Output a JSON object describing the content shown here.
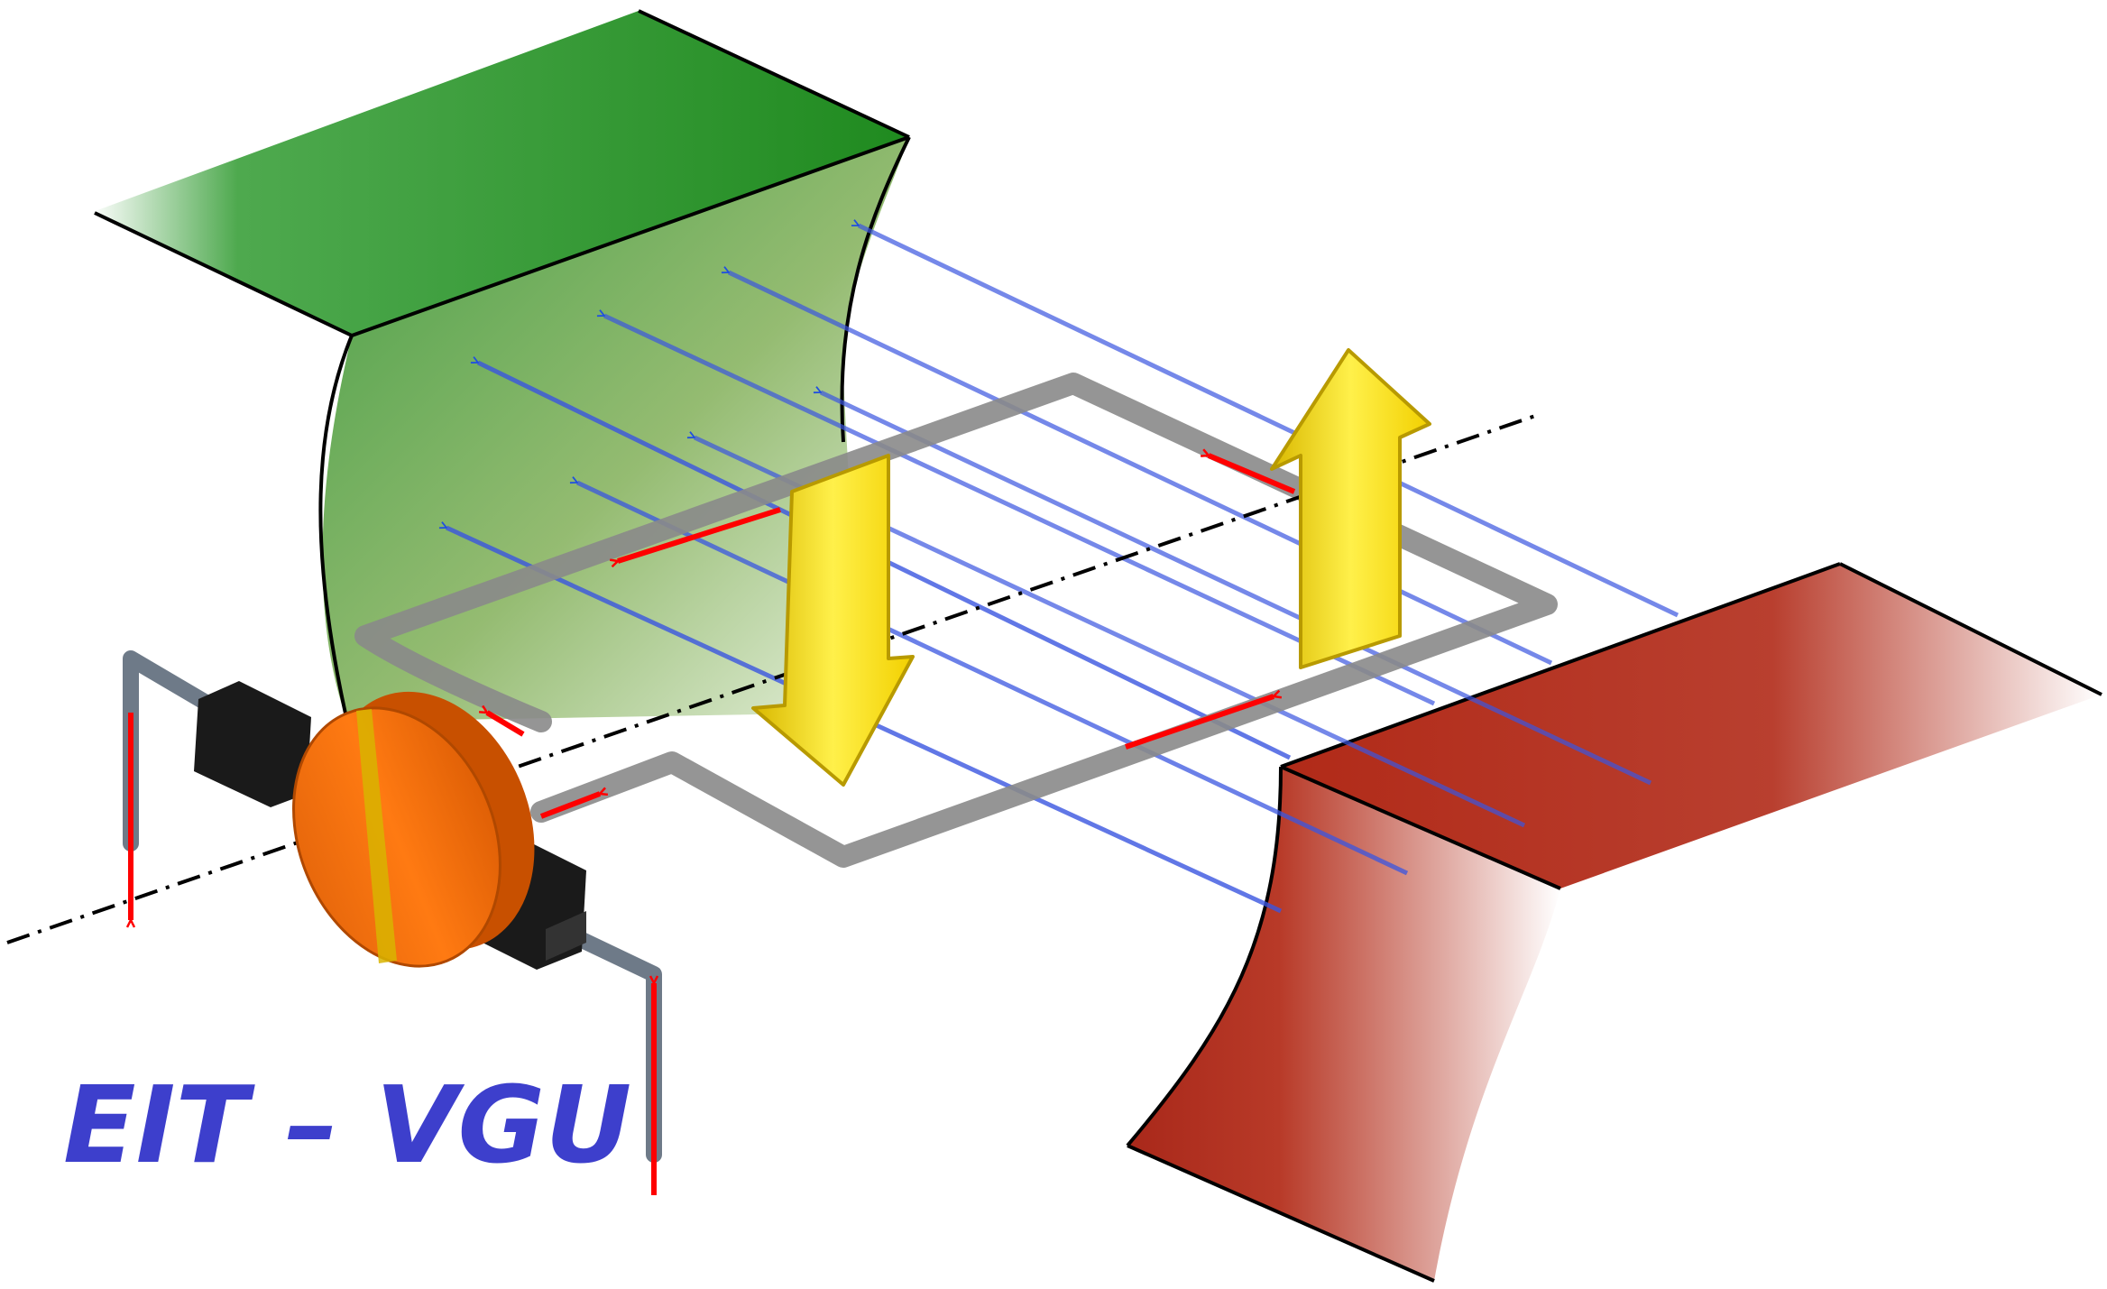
{
  "diagram": {
    "title": "EIT – VGU",
    "colors": {
      "title": "#3d3fcc",
      "north_pole": "#2f9a2f",
      "south_pole": "#b12a18",
      "field_lines": "#1f4fe0",
      "current_arrows": "#ff0000",
      "force_arrows": "#f2d000",
      "coil": "#8a8a8a",
      "commutator": "#f07010",
      "brushes": "#1a1a1a",
      "leads": "#6e7a88",
      "axis": "#000000"
    },
    "parts": {
      "north_pole": "green-magnet-pole",
      "south_pole": "red-magnet-pole",
      "field_lines": "magnetic-field-arrows",
      "coil": "rotating-coil-loop",
      "commutator": "orange-commutator-disc",
      "brushes": "black-carbon-brushes",
      "force_up": "yellow-force-arrow-up",
      "force_down": "yellow-force-arrow-down",
      "axis": "dash-dot-rotation-axis"
    }
  }
}
